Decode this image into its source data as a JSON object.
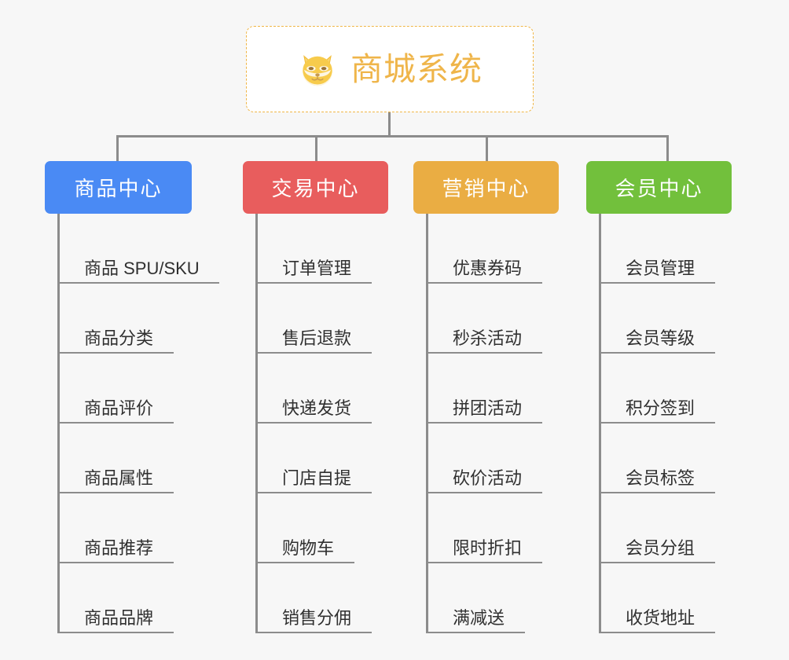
{
  "page": {
    "background_color": "#f7f7f7",
    "line_color": "#8c8c8c"
  },
  "root": {
    "title": "商城系统",
    "icon": "shiba-dog-face-icon",
    "border_color": "#f0b646",
    "text_color": "#efb54a"
  },
  "columns": [
    {
      "title": "商品中心",
      "color": "#4a8af4",
      "items": [
        "商品 SPU/SKU",
        "商品分类",
        "商品评价",
        "商品属性",
        "商品推荐",
        "商品品牌"
      ]
    },
    {
      "title": "交易中心",
      "color": "#e85d5d",
      "items": [
        "订单管理",
        "售后退款",
        "快递发货",
        "门店自提",
        "购物车",
        "销售分佣"
      ]
    },
    {
      "title": "营销中心",
      "color": "#eaad43",
      "items": [
        "优惠券码",
        "秒杀活动",
        "拼团活动",
        "砍价活动",
        "限时折扣",
        "满减送"
      ]
    },
    {
      "title": "会员中心",
      "color": "#72c03c",
      "items": [
        "会员管理",
        "会员等级",
        "积分签到",
        "会员标签",
        "会员分组",
        "收货地址"
      ]
    }
  ]
}
